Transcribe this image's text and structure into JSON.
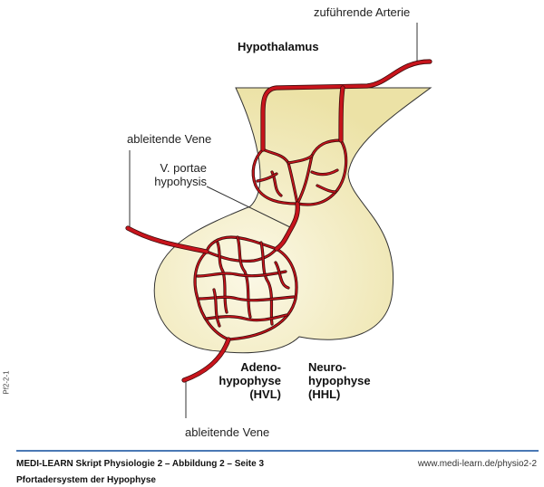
{
  "labels": {
    "artery_in": "zuführende Arterie",
    "hypothalamus": "Hypothalamus",
    "vein_left": "ableitende Vene",
    "portal_vein_line1": "V. portae",
    "portal_vein_line2": "hypohysis",
    "adeno_line1": "Adeno-",
    "adeno_line2": "hypophyse",
    "adeno_line3": "(HVL)",
    "neuro_line1": "Neuro-",
    "neuro_line2": "hypophyse",
    "neuro_line3": "(HHL)",
    "vein_bottom": "ableitende Vene"
  },
  "side_code": "Pf2-2-1",
  "footer": {
    "title": "MEDI-LEARN Skript Physiologie 2 – Abbildung 2 – Seite 3",
    "subtitle": "Pfortadersystem der Hypophyse",
    "url": "www.medi-learn.de/physio2-2"
  },
  "colors": {
    "gland": "#f3ebb8",
    "vessel": "#c8141c",
    "rule": "#4a78b5"
  }
}
